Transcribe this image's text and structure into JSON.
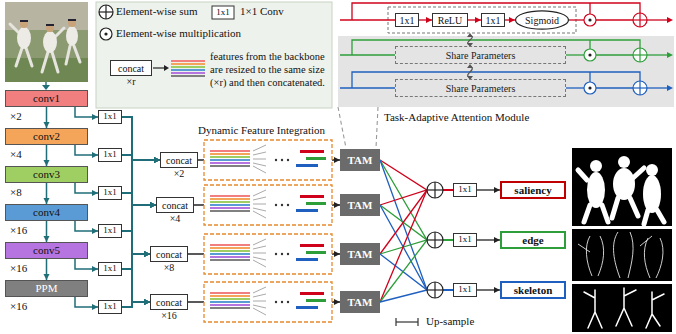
{
  "diagram": {
    "nodes": [
      {
        "text": [
          "concat",
          "×r"
        ]
      },
      {
        "text": [
          "1x1"
        ]
      },
      {
        "text": [
          "ReLU"
        ]
      },
      {
        "text": [
          "1x1"
        ]
      },
      {
        "text": [
          "Sigmoid"
        ]
      },
      {
        "text": [
          "Share Parameters"
        ]
      },
      {
        "text": [
          "Share Parameters"
        ]
      },
      {
        "text": [
          "conv1"
        ]
      },
      {
        "text": [
          "conv2"
        ]
      },
      {
        "text": [
          "conv3"
        ]
      },
      {
        "text": [
          "conv4"
        ]
      },
      {
        "text": [
          "conv5"
        ]
      },
      {
        "text": [
          "PPM"
        ]
      },
      {
        "text": [
          "1x1"
        ]
      },
      {
        "text": [
          "1x1"
        ]
      },
      {
        "text": [
          "1x1"
        ]
      },
      {
        "text": [
          "1x1"
        ]
      },
      {
        "text": [
          "1x1"
        ]
      },
      {
        "text": [
          "1x1"
        ]
      },
      {
        "text": [
          "concat",
          "×2"
        ]
      },
      {
        "text": [
          "concat",
          "×4"
        ]
      },
      {
        "text": [
          "concat",
          "×8"
        ]
      },
      {
        "text": [
          "concat",
          "×16"
        ]
      },
      {
        "text": [
          "TAM"
        ]
      },
      {
        "text": [
          "TAM"
        ]
      },
      {
        "text": [
          "TAM"
        ]
      },
      {
        "text": [
          "TAM"
        ]
      },
      {
        "text": [
          "1x1"
        ]
      },
      {
        "text": [
          "1x1"
        ]
      },
      {
        "text": [
          "1x1"
        ]
      },
      {
        "text": [
          "saliency"
        ]
      },
      {
        "text": [
          "edge"
        ]
      },
      {
        "text": [
          "skeleton"
        ]
      }
    ],
    "edges": [
      {
        "from": 1,
        "to": 2,
        "arrow": "to"
      },
      {
        "from": 2,
        "to": 3,
        "arrow": "to"
      },
      {
        "from": 3,
        "to": 4,
        "arrow": "to"
      },
      {
        "from": 7,
        "to": 8,
        "arrow": "to"
      },
      {
        "from": 8,
        "to": 9,
        "arrow": "to"
      },
      {
        "from": 9,
        "to": 10,
        "arrow": "to"
      },
      {
        "from": 10,
        "to": 11,
        "arrow": "to"
      },
      {
        "from": 11,
        "to": 12,
        "arrow": "to"
      },
      {
        "from": 7,
        "to": 13,
        "arrow": "to"
      },
      {
        "from": 8,
        "to": 14,
        "arrow": "to"
      },
      {
        "from": 9,
        "to": 15,
        "arrow": "to"
      },
      {
        "from": 10,
        "to": 16,
        "arrow": "to"
      },
      {
        "from": 11,
        "to": 17,
        "arrow": "to"
      },
      {
        "from": 12,
        "to": 18,
        "arrow": "to"
      },
      {
        "from": 13,
        "to": 19,
        "arrow": "to"
      },
      {
        "from": 13,
        "to": 20,
        "arrow": "to"
      },
      {
        "from": 13,
        "to": 21,
        "arrow": "to"
      },
      {
        "from": 13,
        "to": 22,
        "arrow": "to"
      },
      {
        "from": 14,
        "to": 19,
        "arrow": "to"
      },
      {
        "from": 14,
        "to": 20,
        "arrow": "to"
      },
      {
        "from": 14,
        "to": 21,
        "arrow": "to"
      },
      {
        "from": 14,
        "to": 22,
        "arrow": "to"
      },
      {
        "from": 15,
        "to": 19,
        "arrow": "to"
      },
      {
        "from": 15,
        "to": 20,
        "arrow": "to"
      },
      {
        "from": 15,
        "to": 21,
        "arrow": "to"
      },
      {
        "from": 15,
        "to": 22,
        "arrow": "to"
      },
      {
        "from": 16,
        "to": 19,
        "arrow": "to"
      },
      {
        "from": 16,
        "to": 20,
        "arrow": "to"
      },
      {
        "from": 16,
        "to": 21,
        "arrow": "to"
      },
      {
        "from": 16,
        "to": 22,
        "arrow": "to"
      },
      {
        "from": 17,
        "to": 19,
        "arrow": "to"
      },
      {
        "from": 17,
        "to": 20,
        "arrow": "to"
      },
      {
        "from": 17,
        "to": 21,
        "arrow": "to"
      },
      {
        "from": 17,
        "to": 22,
        "arrow": "to"
      },
      {
        "from": 18,
        "to": 19,
        "arrow": "to"
      },
      {
        "from": 18,
        "to": 20,
        "arrow": "to"
      },
      {
        "from": 18,
        "to": 21,
        "arrow": "to"
      },
      {
        "from": 18,
        "to": 22,
        "arrow": "to"
      },
      {
        "from": 19,
        "to": 23,
        "arrow": "to"
      },
      {
        "from": 20,
        "to": 24,
        "arrow": "to"
      },
      {
        "from": 21,
        "to": 25,
        "arrow": "to"
      },
      {
        "from": 22,
        "to": 26,
        "arrow": "to"
      },
      {
        "from": 23,
        "to": 27,
        "arrow": "none"
      },
      {
        "from": 23,
        "to": 28,
        "arrow": "none"
      },
      {
        "from": 23,
        "to": 29,
        "arrow": "none"
      },
      {
        "from": 24,
        "to": 27,
        "arrow": "none"
      },
      {
        "from": 24,
        "to": 28,
        "arrow": "none"
      },
      {
        "from": 24,
        "to": 29,
        "arrow": "none"
      },
      {
        "from": 25,
        "to": 27,
        "arrow": "none"
      },
      {
        "from": 25,
        "to": 28,
        "arrow": "none"
      },
      {
        "from": 25,
        "to": 29,
        "arrow": "none"
      },
      {
        "from": 26,
        "to": 27,
        "arrow": "none"
      },
      {
        "from": 26,
        "to": 28,
        "arrow": "none"
      },
      {
        "from": 26,
        "to": 29,
        "arrow": "none"
      },
      {
        "from": 27,
        "to": 30,
        "arrow": "to"
      },
      {
        "from": 28,
        "to": 31,
        "arrow": "to"
      },
      {
        "from": 29,
        "to": 32,
        "arrow": "to"
      }
    ],
    "labels": [
      "features from the backbone are resized to the same size (×r) and then concatenated.",
      "1x1",
      "Dynamic Feature Integration",
      "Task-Adaptive Attention Module",
      "×2",
      "×4",
      "×8",
      "×16",
      "×16",
      "×16"
    ],
    "legend": [
      {
        "text": "Element-wise sum"
      },
      {
        "text": "1×1 Conv"
      },
      {
        "text": "Element-wise multiplication"
      },
      {
        "text": "Up-sample"
      }
    ]
  }
}
